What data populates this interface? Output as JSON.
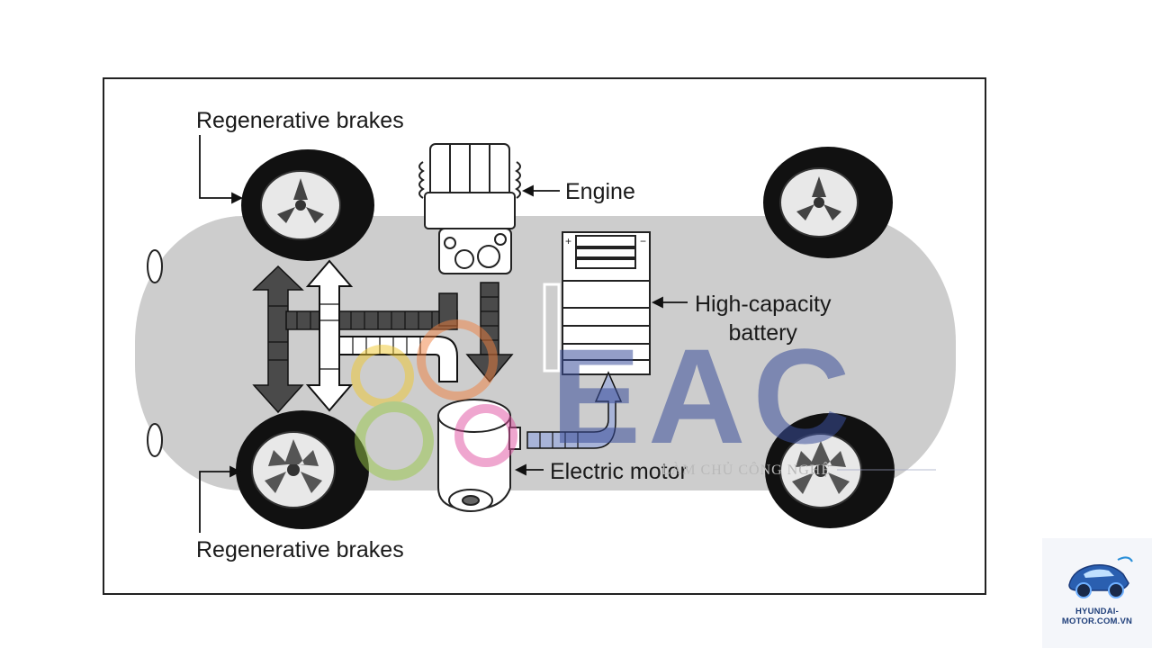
{
  "labels": {
    "regenerative_brakes_top": "Regenerative brakes",
    "engine": "Engine",
    "battery_line1": "High-capacity",
    "battery_line2": "battery",
    "electric_motor": "Electric motor",
    "regenerative_brakes_bottom": "Regenerative brakes"
  },
  "watermark": {
    "text": "EAC",
    "tagline": "LÀM CHỦ CÔNG NGHỆ"
  },
  "logo": {
    "text": "HYUNDAI-MOTOR.COM.VN"
  },
  "colors": {
    "car_body": "#cdcdcd",
    "tire": "#111111",
    "arrow_dark": "#4a4a4a",
    "watermark_blue": "#3b4f9a"
  }
}
